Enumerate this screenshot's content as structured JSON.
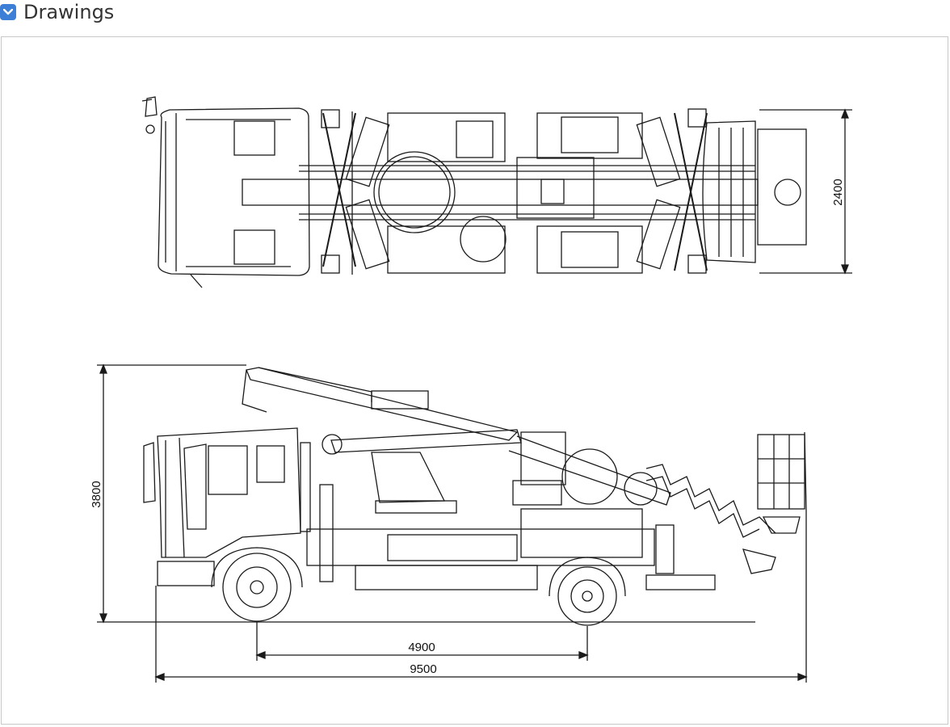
{
  "section": {
    "title": "Drawings",
    "toggle_icon": "chevron-down-icon",
    "accent_color": "#3d7fd6"
  },
  "dimensions": {
    "width": "2400",
    "height": "3800",
    "wheelbase": "4900",
    "overall_length": "9500"
  }
}
